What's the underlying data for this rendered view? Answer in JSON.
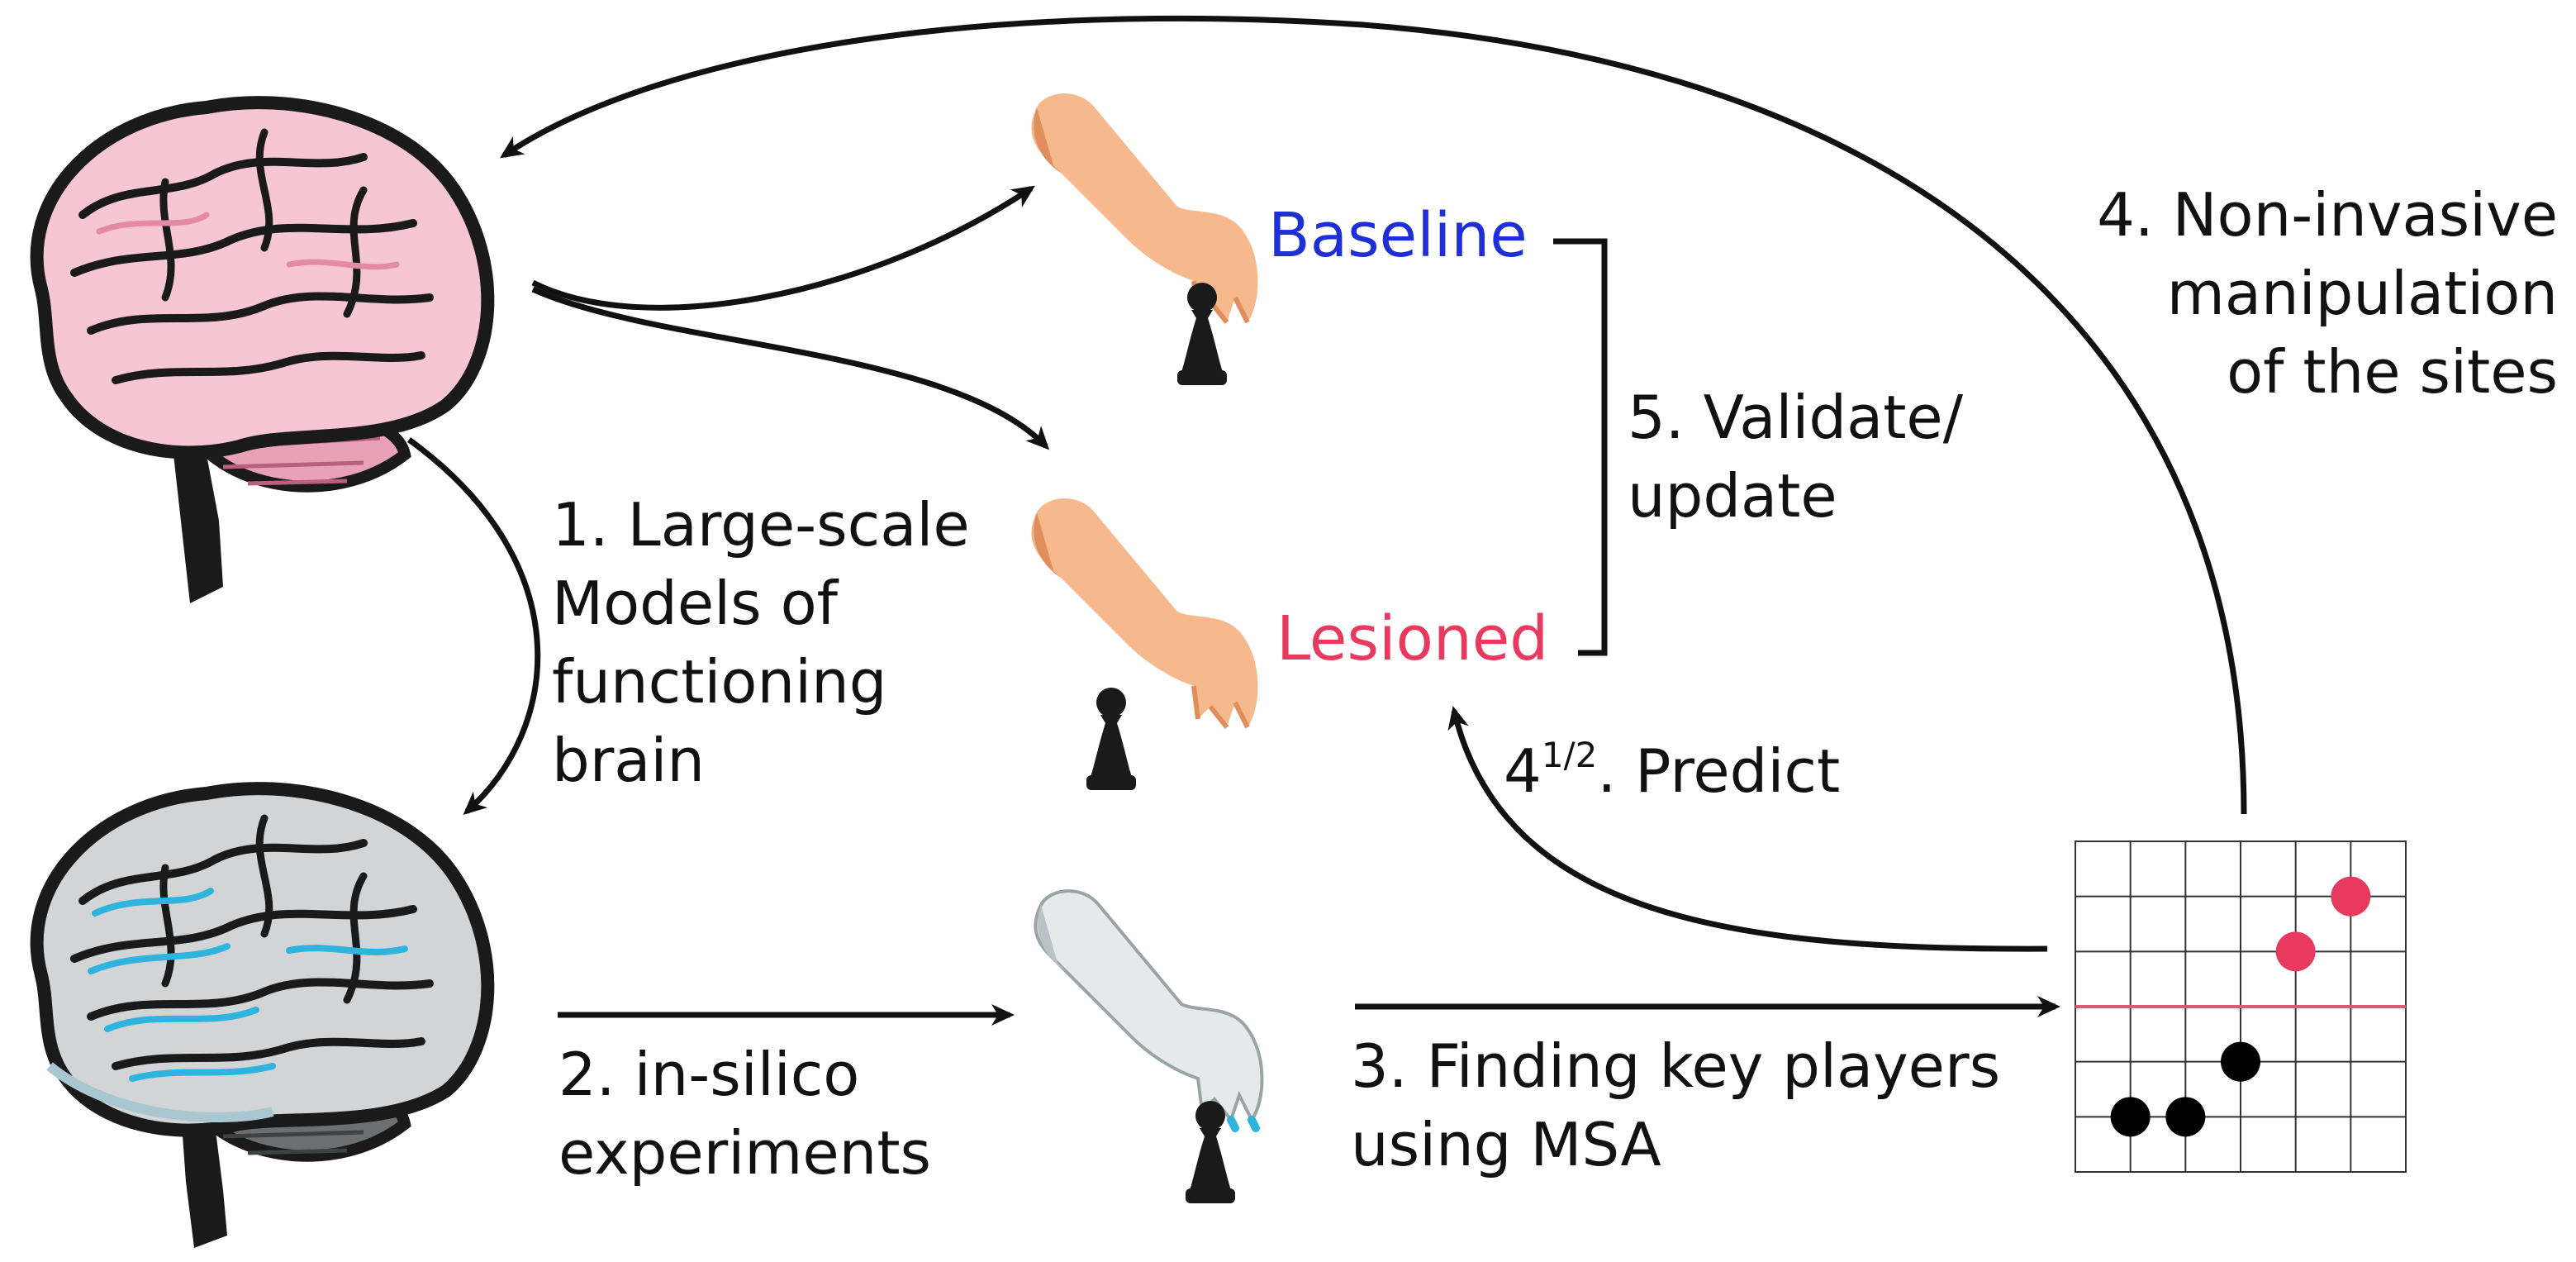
{
  "labels": {
    "step1": [
      "1. Large-scale",
      "Models of",
      "functioning",
      "brain"
    ],
    "step2": [
      "2. in-silico",
      "experiments"
    ],
    "step3": [
      "3. Finding key players",
      "using MSA"
    ],
    "step4": [
      "4. Non-invasive",
      "manipulation",
      "of the sites"
    ],
    "step4half": {
      "base": "4",
      "sup": "1/2",
      "rest": ". Predict"
    },
    "step5": [
      "5. Validate/",
      "update"
    ],
    "baseline": "Baseline",
    "lesioned": "Lesioned"
  },
  "colors": {
    "baseline": "#1f2fd6",
    "lesioned": "#e83a5f",
    "arrow": "#111111",
    "brain_real": "#f7c6d4",
    "brain_real_dark": "#e58aa6",
    "brain_model": "#d2d4d6",
    "brain_model_accent": "#2eb4dd",
    "skin": "#f6b98d",
    "skin_dark": "#e08f5c",
    "robot_hand": "#e6e9ea",
    "chess_piece": "#1a1a1a",
    "grid_line": "#333333",
    "threshold_line": "#e05578",
    "point_key": "#e83a5f",
    "point_other": "#000000"
  },
  "icons": [
    "real-brain-icon",
    "model-brain-icon",
    "hand-baseline-icon",
    "hand-lesioned-icon",
    "robot-hand-icon",
    "chess-pawn-icon"
  ],
  "msa_grid": {
    "cols": 6,
    "rows": 6,
    "threshold_row": 3,
    "points": [
      {
        "col": 1,
        "row": 5,
        "key": false
      },
      {
        "col": 2,
        "row": 5,
        "key": false
      },
      {
        "col": 3,
        "row": 4,
        "key": false
      },
      {
        "col": 4,
        "row": 2,
        "key": true
      },
      {
        "col": 5,
        "row": 1,
        "key": true
      }
    ]
  }
}
